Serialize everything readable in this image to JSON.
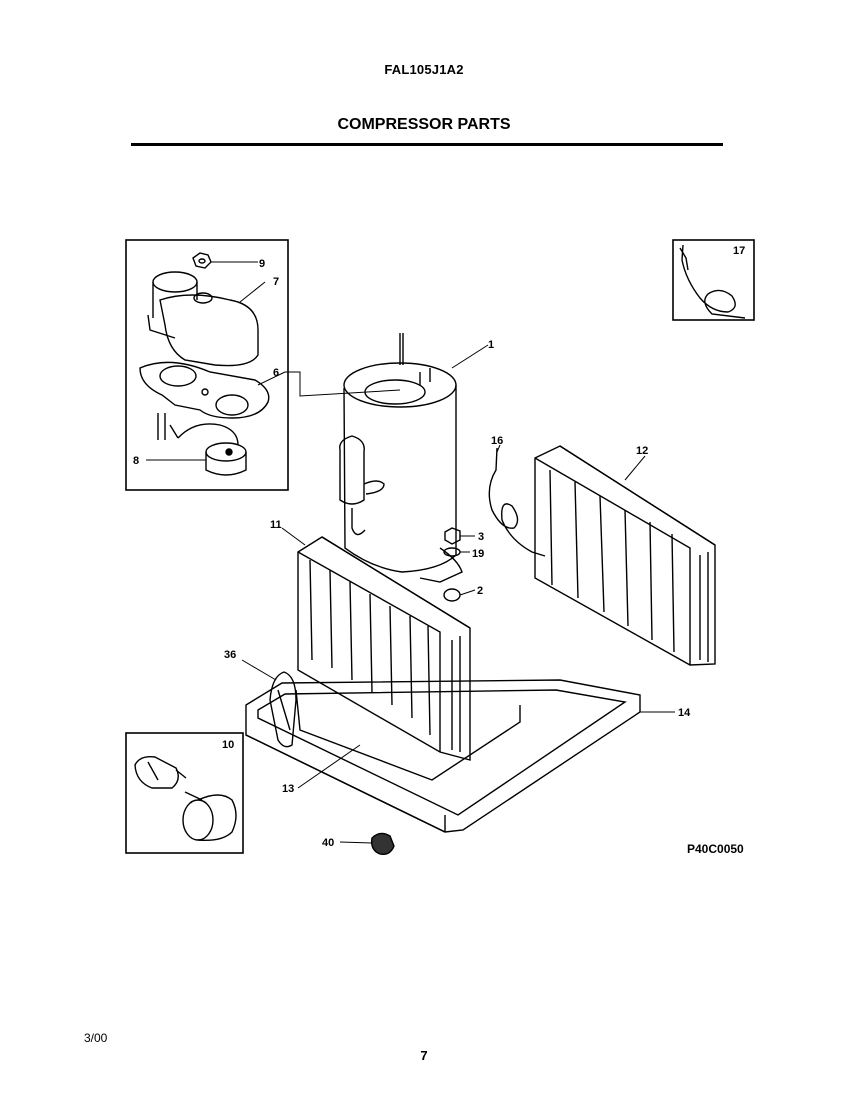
{
  "header": {
    "model_number": "FAL105J1A2",
    "section_title": "COMPRESSOR PARTS"
  },
  "diagram": {
    "part_labels": {
      "compressor": "1",
      "grommet": "2",
      "nut": "3",
      "washer": "19",
      "terminal_cover": "7",
      "terminal_nut": "9",
      "gasket": "6",
      "overload": "8",
      "condenser_coil": "11",
      "evaporator_coil": "12",
      "capillary_tube": "16",
      "thermistor": "17",
      "base_pan": "14",
      "baffle": "13",
      "tube_clip": "36",
      "capacitor": "10",
      "drain_plug": "40"
    },
    "reference_code": "P40C0050"
  },
  "footer": {
    "date": "3/00",
    "page_number": "7"
  }
}
